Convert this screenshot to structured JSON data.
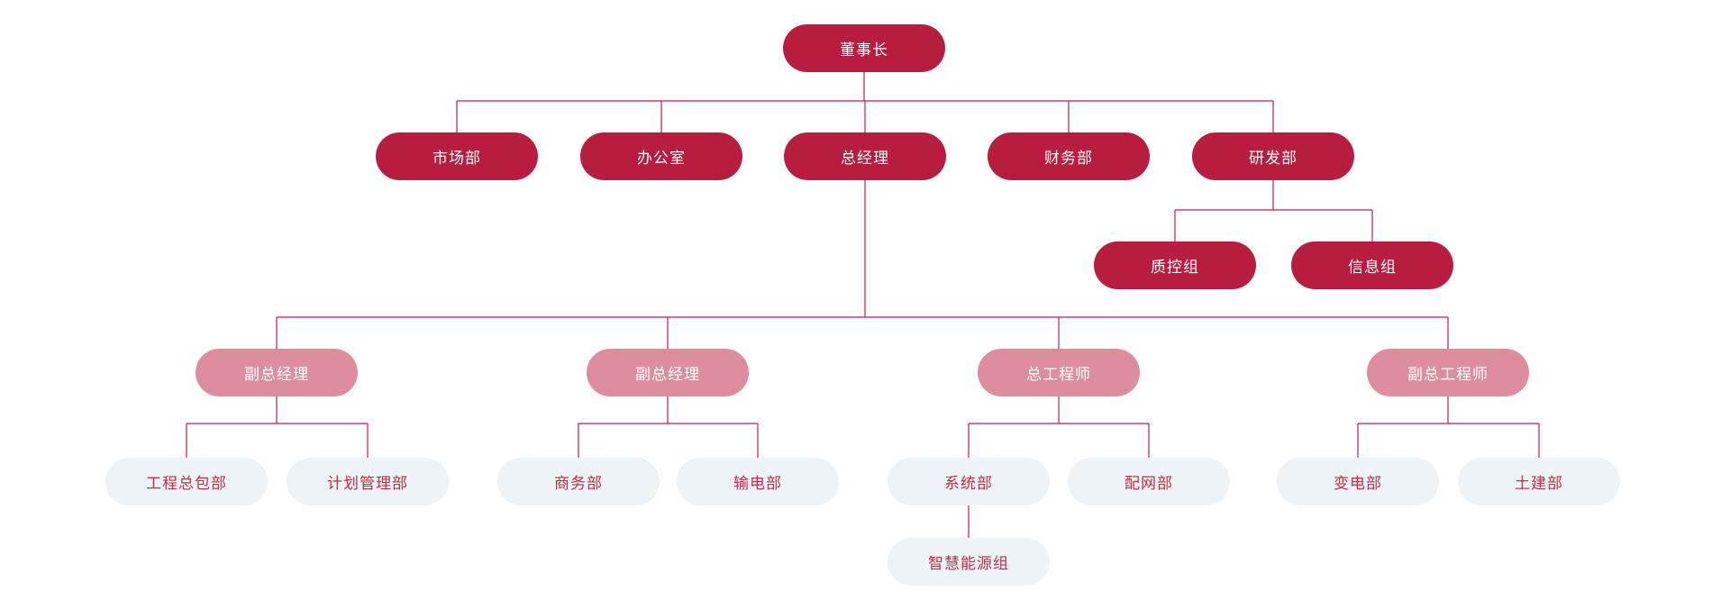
{
  "org_chart": {
    "type": "org-tree",
    "colors": {
      "primary_fill": "#B81C3E",
      "secondary_fill": "#DD8D9E",
      "tertiary_fill": "#EEF3F7",
      "tertiary_text": "#C22D46",
      "text_on_fill": "#FFFFFF",
      "connector": "#BE1D43",
      "background": "#FFFFFF"
    },
    "nodes": [
      {
        "label": "董事长",
        "level": 1,
        "variant": "primary",
        "parent": null
      },
      {
        "label": "市场部",
        "level": 2,
        "variant": "primary",
        "parent": 0
      },
      {
        "label": "办公室",
        "level": 2,
        "variant": "primary",
        "parent": 0
      },
      {
        "label": "总经理",
        "level": 2,
        "variant": "primary",
        "parent": 0
      },
      {
        "label": "财务部",
        "level": 2,
        "variant": "primary",
        "parent": 0
      },
      {
        "label": "研发部",
        "level": 2,
        "variant": "primary",
        "parent": 0
      },
      {
        "label": "质控组",
        "level": 3,
        "variant": "primary",
        "parent": 5
      },
      {
        "label": "信息组",
        "level": 3,
        "variant": "primary",
        "parent": 5
      },
      {
        "label": "副总经理",
        "level": 3,
        "variant": "secondary",
        "parent": 3
      },
      {
        "label": "副总经理",
        "level": 3,
        "variant": "secondary",
        "parent": 3
      },
      {
        "label": "总工程师",
        "level": 3,
        "variant": "secondary",
        "parent": 3
      },
      {
        "label": "副总工程师",
        "level": 3,
        "variant": "secondary",
        "parent": 3
      },
      {
        "label": "工程总包部",
        "level": 4,
        "variant": "tertiary",
        "parent": 8
      },
      {
        "label": "计划管理部",
        "level": 4,
        "variant": "tertiary",
        "parent": 8
      },
      {
        "label": "商务部",
        "level": 4,
        "variant": "tertiary",
        "parent": 9
      },
      {
        "label": "输电部",
        "level": 4,
        "variant": "tertiary",
        "parent": 9
      },
      {
        "label": "系统部",
        "level": 4,
        "variant": "tertiary",
        "parent": 10
      },
      {
        "label": "配网部",
        "level": 4,
        "variant": "tertiary",
        "parent": 10
      },
      {
        "label": "变电部",
        "level": 4,
        "variant": "tertiary",
        "parent": 11
      },
      {
        "label": "土建部",
        "level": 4,
        "variant": "tertiary",
        "parent": 11
      },
      {
        "label": "智慧能源组",
        "level": 5,
        "variant": "tertiary",
        "parent": 16
      }
    ]
  }
}
